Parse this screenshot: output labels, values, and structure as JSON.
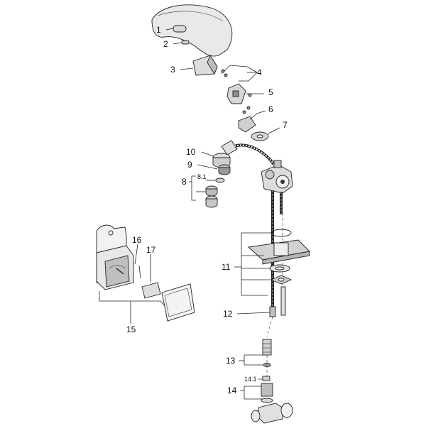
{
  "callouts": {
    "c1": "1",
    "c2": "2",
    "c3": "3",
    "c4": "4",
    "c5": "5",
    "c6": "6",
    "c7": "7",
    "c8": "8",
    "c8_1": "8.1",
    "c9": "9",
    "c10": "10",
    "c11": "11",
    "c12": "12",
    "c13": "13",
    "c14": "14",
    "c14_1": "14.1",
    "c15": "15",
    "c16": "16",
    "c17": "17"
  }
}
